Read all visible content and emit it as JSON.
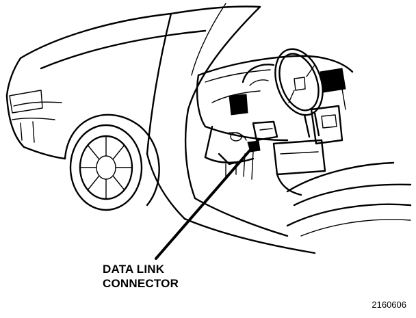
{
  "callout": {
    "line1": "DATA LINK",
    "line2": "CONNECTOR"
  },
  "figure_number": "2160606"
}
